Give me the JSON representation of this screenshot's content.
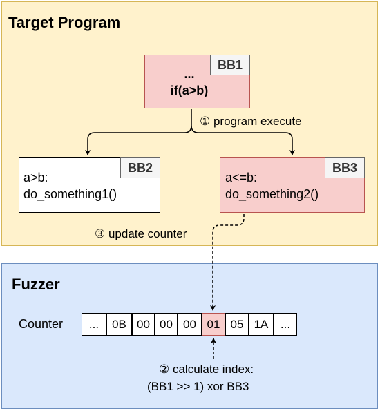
{
  "target_panel": {
    "title": "Target Program"
  },
  "fuzzer_panel": {
    "title": "Fuzzer"
  },
  "bb1": {
    "tag": "BB1",
    "line1": "...",
    "line2": "if(a>b)"
  },
  "bb2": {
    "tag": "BB2",
    "line1": "a>b:",
    "line2": "do_something1()"
  },
  "bb3": {
    "tag": "BB3",
    "line1": "a<=b:",
    "line2": "do_something2()"
  },
  "steps": {
    "execute": "① program execute",
    "update": "③ update counter",
    "calc_line1": "② calculate index:",
    "calc_line2": "(BB1 >> 1) xor BB3"
  },
  "counter": {
    "label": "Counter",
    "cells": [
      "...",
      "0B",
      "00",
      "00",
      "00",
      "01",
      "05",
      "1A",
      "..."
    ],
    "highlight_index": 5
  },
  "colors": {
    "target_fill": "#fff2cc",
    "fuzzer_fill": "#dae8fc",
    "highlight_fill": "#f8cecc"
  }
}
